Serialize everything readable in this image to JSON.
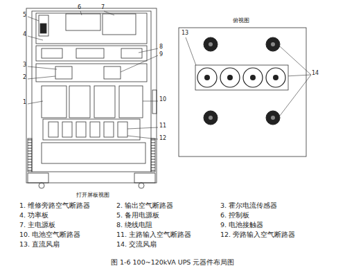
{
  "diagram": {
    "caption": "图 1-6  100~120kVA UPS 元器件布局图",
    "labels": [
      "5",
      "6",
      "7",
      "4",
      "3",
      "2",
      "8",
      "9",
      "1",
      "10",
      "11",
      "12",
      "打开屏板视图",
      "13",
      "14",
      "俯视图",
      "1. 维修旁路空气断路器",
      "2. 输出空气断路器",
      "3. 霍尔电流传感器",
      "4. 功率板",
      "5. 备用电源板",
      "6. 控制板",
      "7. 主电源板",
      "8. 绕线电阻",
      "9. 电池接触器",
      "10. 电池空气断路器",
      "11. 主路输入空气断路器",
      "12. 旁路输入空气断路器",
      "13. 直流风扇",
      "14. 交流风扇"
    ]
  }
}
